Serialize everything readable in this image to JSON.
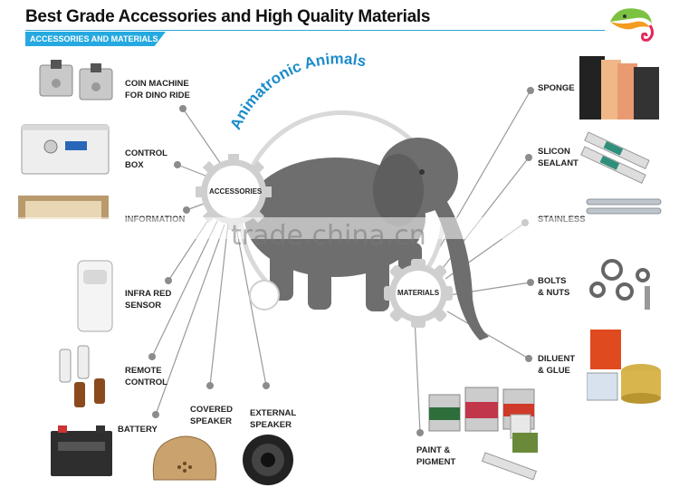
{
  "title": "Best Grade Accessories and High Quality Materials",
  "subtitle": "ACCESSORIES AND MATERIALS",
  "center_title": "Animatronic Animals",
  "hub_left": "ACCESSORIES",
  "hub_right": "MATERIALS",
  "watermark": "trade.china.cn",
  "colors": {
    "accent": "#25a9e0",
    "ring": "#d9d9d9",
    "dot": "#8c8c8c"
  },
  "accessories": [
    {
      "id": "coin-machine",
      "label": "COIN MACHINE\nFOR DINO RIDE"
    },
    {
      "id": "control-box",
      "label": "CONTROL\nBOX"
    },
    {
      "id": "information",
      "label": "INFORMATION"
    },
    {
      "id": "infra-red-sensor",
      "label": "INFRA RED\nSENSOR"
    },
    {
      "id": "remote-control",
      "label": "REMOTE\nCONTROL"
    },
    {
      "id": "battery",
      "label": "BATTERY"
    },
    {
      "id": "covered-speaker",
      "label": "COVERED\nSPEAKER"
    },
    {
      "id": "external-speaker",
      "label": "EXTERNAL\nSPEAKER"
    }
  ],
  "materials": [
    {
      "id": "sponge",
      "label": "SPONGE"
    },
    {
      "id": "slicon-sealant",
      "label": "SLICON\nSEALANT"
    },
    {
      "id": "stainless",
      "label": "STAINLESS"
    },
    {
      "id": "bolts-nuts",
      "label": "BOLTS\n& NUTS"
    },
    {
      "id": "diluent-glue",
      "label": "DILUENT\n& GLUE"
    },
    {
      "id": "paint-pigment",
      "label": "PAINT &\nPIGMENT"
    }
  ]
}
